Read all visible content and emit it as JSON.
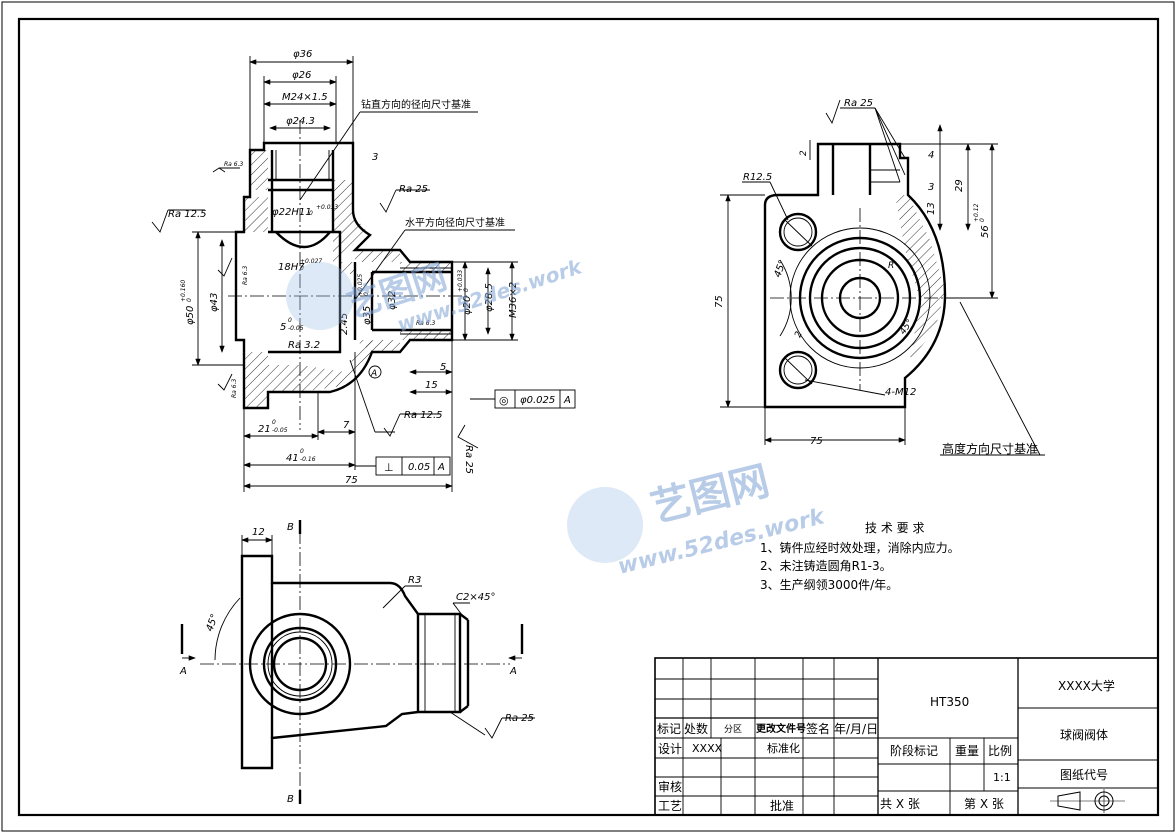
{
  "front_view": {
    "dims": {
      "d36": "φ36",
      "d26": "φ26",
      "m24": "M24×1.5",
      "d243": "φ24.3",
      "d22h11": "φ22H11",
      "d22h11_tol": "+0.033",
      "d22h11_tol2": "0",
      "d18h7": "18H7",
      "d18h7_tol": "+0.027",
      "d18h7_tol2": "0",
      "d50": "φ50",
      "d50_tol": "+0.160",
      "d50_tol2": "0",
      "d43": "φ43",
      "d35": "φ35",
      "d35_tol": "+0.025",
      "d35_tol2": "0",
      "d32": "φ32",
      "d20": "φ20",
      "d20_tol": "+0.033",
      "d20_tol2": "0",
      "d285": "φ28.5",
      "m36": "M36×2",
      "five_a": "5",
      "five_a_tol": "0",
      "five_a_tol2": "-0.05",
      "two45": "2.45",
      "three": "3",
      "five": "5",
      "fifteen": "15",
      "seven": "7",
      "d21": "21",
      "d21_tol": "0",
      "d21_tol2": "-0.05",
      "d41": "41",
      "d41_tol": "0",
      "d41_tol2": "-0.16",
      "d75": "75"
    },
    "ra": {
      "r63a": "Ra 6.3",
      "r25a": "Ra 25",
      "r125a": "Ra 12.5",
      "r32": "Ra 3.2",
      "r63b": "Ra 6.3",
      "r63c": "Ra 6.3",
      "r63d": "Ra 6.3",
      "r125b": "Ra 12.5",
      "r25b": "Ra 25"
    },
    "notes": {
      "drill_datum": "钻直方向的径向尺寸基准",
      "horiz_datum": "水平方向径向尺寸基准",
      "datum_a": "A"
    },
    "fcf1": {
      "symbol": "◎",
      "value": "φ0.025",
      "datum": "A"
    },
    "fcf2": {
      "symbol": "⊥",
      "value": "0.05",
      "datum": "A"
    }
  },
  "side_view": {
    "ra25": "Ra 25",
    "r125": "R12.5",
    "angle": "45°",
    "d2": "2",
    "d4": "4",
    "d3": "3",
    "d13": "13",
    "d29": "29",
    "d56": "56",
    "d56_tol": "+0.12",
    "d56_tol2": "0",
    "d75v": "75",
    "d75h": "75",
    "r": "R",
    "a45": "45°",
    "two": "2",
    "m12": "4-M12",
    "height_datum": "高度方向尺寸基准"
  },
  "top_view": {
    "d12": "12",
    "b1": "B",
    "b2": "B",
    "a1": "A",
    "a2": "A",
    "r3": "R3",
    "c2": "C2×45°",
    "ang": "45°",
    "ra25": "Ra 25"
  },
  "requirements": {
    "title": "技 术 要 求",
    "items": [
      "1、铸件应经时效处理，消除内应力。",
      "2、未注铸造圆角R1-3。",
      "3、生产纲领3000件/年。"
    ]
  },
  "title_block": {
    "material": "HT350",
    "university": "XXXX大学",
    "part_name": "球阀阀体",
    "drawing_no": "图纸代号",
    "row_mark": "标记",
    "row_count": "处数",
    "row_zone": "分区",
    "row_change": "更改文件号",
    "row_sign": "签名",
    "row_date": "年/月/日",
    "design": "设计",
    "designer": "XXXX",
    "standard": "标准化",
    "stage": "阶段标记",
    "weight": "重量",
    "scale_label": "比例",
    "scale": "1:1",
    "check": "审核",
    "process": "工艺",
    "approve": "批准",
    "total": "共  X  张",
    "sheet": "第  X  张"
  },
  "watermark": {
    "logo_text": "艺图网",
    "url": "www.52des.work"
  }
}
